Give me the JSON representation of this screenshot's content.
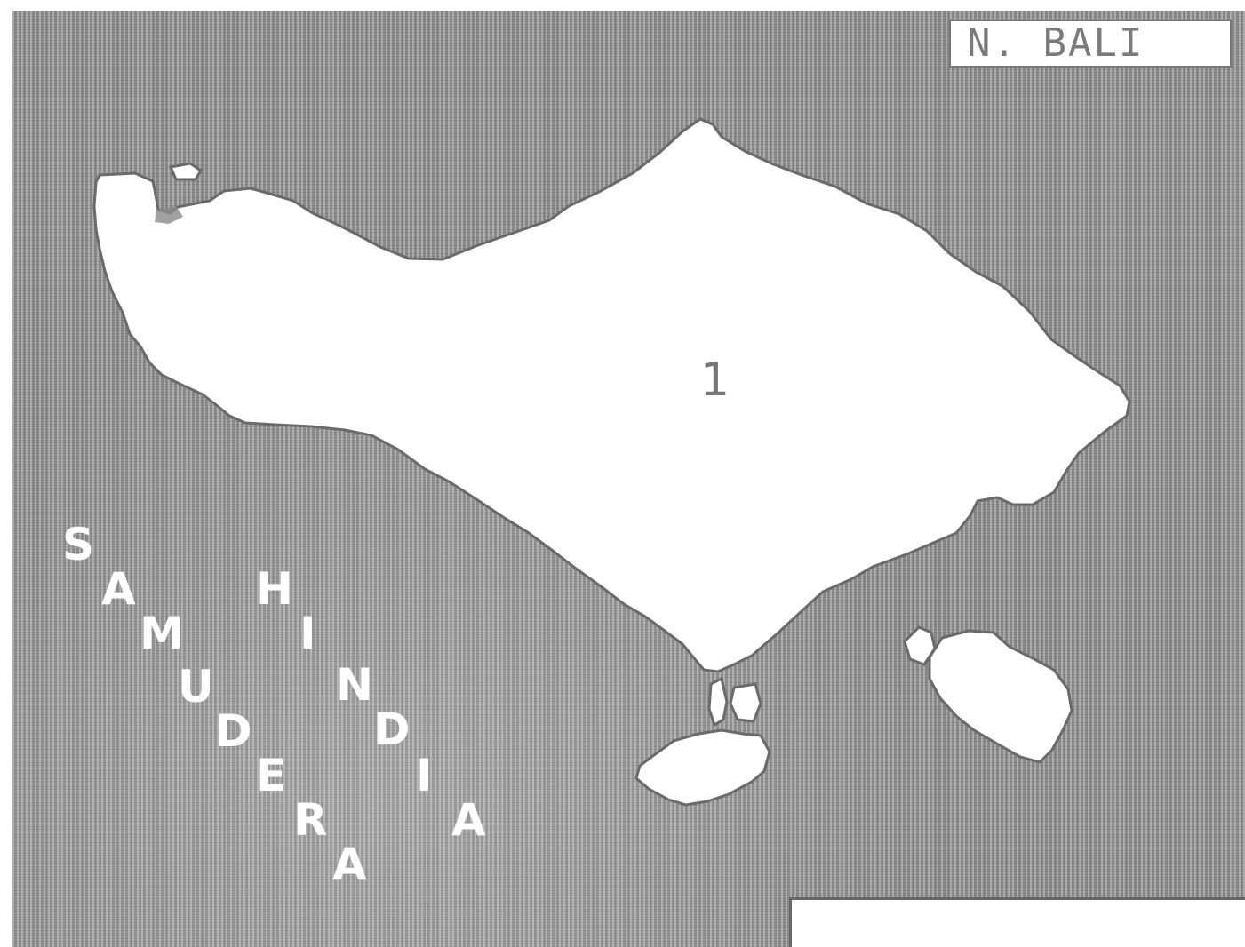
{
  "map": {
    "title": "N. BALI",
    "island_number": "1",
    "sea_label_words": [
      "SAMUDERA",
      "HINDIA"
    ],
    "sea_letters": {
      "word1": [
        "S",
        "A",
        "M",
        "U",
        "D",
        "E",
        "R",
        "A"
      ],
      "word2": [
        "H",
        "I",
        "N",
        "D",
        "I",
        "A"
      ]
    },
    "colors": {
      "sea": "#8a8a8a",
      "land": "#ffffff",
      "coastline": "#6a6a6a",
      "title_text": "#7a7a7a"
    }
  }
}
